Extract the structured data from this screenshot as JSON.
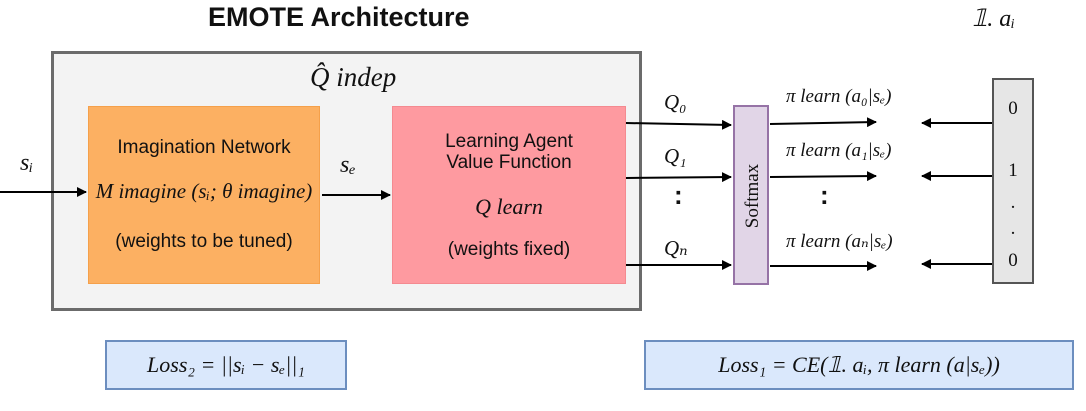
{
  "title": "EMOTE Architecture",
  "onehot_top": "𝟙. aᵢ",
  "outer_label": "Q̂ indep",
  "input_label": "sᵢ",
  "mid_label": "sₑ",
  "imagination": {
    "title": "Imagination Network",
    "formula": "M imagine (sᵢ; θ imagine)",
    "note": "(weights to be tuned)"
  },
  "learning": {
    "title_line1": "Learning Agent",
    "title_line2": "Value Function",
    "formula": "Q learn",
    "note": "(weights fixed)"
  },
  "q_labels": [
    "Q₀",
    "Q₁",
    "Qₙ"
  ],
  "dots": ":",
  "softmax": "Softmax",
  "pi_labels": [
    "π learn (a₀|sₑ)",
    "π learn (a₁|sₑ)",
    "π learn (aₙ|sₑ)"
  ],
  "onehot_vector": [
    "0",
    "1",
    ".",
    ".",
    "0"
  ],
  "loss2": "Loss₂ = ||sᵢ − sₑ||₁",
  "loss1": "Loss₁ = CE(𝟙. aᵢ, π learn (a|sₑ))",
  "colors": {
    "imagination_fill": "#fcb062",
    "learning_fill": "#fe9aa0",
    "softmax_fill": "#e1d5e7",
    "loss_fill": "#dae8fc",
    "outer_fill": "#f3f3f3"
  }
}
